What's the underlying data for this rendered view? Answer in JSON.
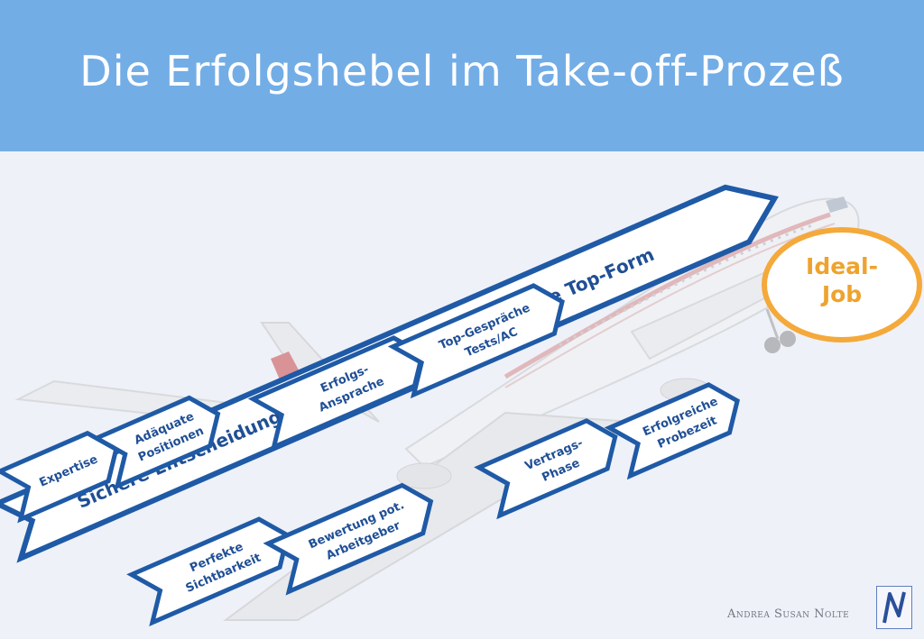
{
  "title": "Die Erfolgshebel im Take-off-Prozeß",
  "main_arrow": "Sichere Entscheidungen   -   Dranbleiben   -   Innere Top-Form",
  "goal": {
    "line1": "Ideal-",
    "line2": "Job"
  },
  "levers": [
    {
      "line1": "Expertise",
      "line2": ""
    },
    {
      "line1": "Adäquate",
      "line2": "Positionen"
    },
    {
      "line1": "Erfolgs-",
      "line2": "Ansprache"
    },
    {
      "line1": "Top-Gespräche",
      "line2": "Tests/AC"
    },
    {
      "line1": "Perfekte",
      "line2": "Sichtbarkeit"
    },
    {
      "line1": "Bewertung pot.",
      "line2": "Arbeitgeber"
    },
    {
      "line1": "Vertrags-",
      "line2": "Phase"
    },
    {
      "line1": "Erfolgreiche",
      "line2": "Probezeit"
    }
  ],
  "author": "Andrea Susan Nolte",
  "logo_letter": "N",
  "colors": {
    "header": "#73ade6",
    "arrow_border": "#1f5aa6",
    "arrow_text": "#1f4f95",
    "goal_border": "#f4a93a",
    "goal_text": "#eea32e"
  }
}
